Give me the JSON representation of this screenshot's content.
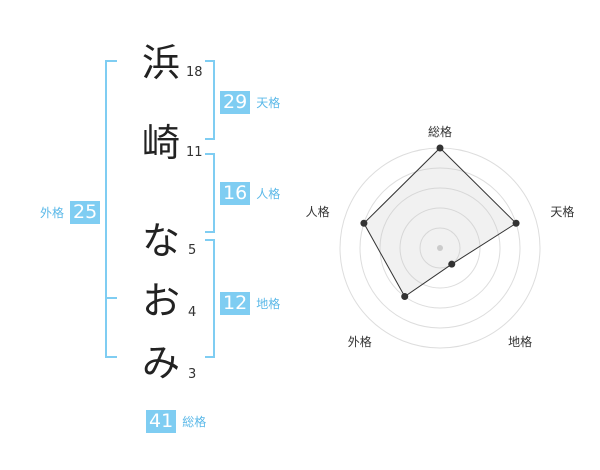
{
  "name_chars": [
    {
      "char": "浜",
      "strokes": "18"
    },
    {
      "char": "崎",
      "strokes": "11"
    },
    {
      "char": "な",
      "strokes": "5"
    },
    {
      "char": "お",
      "strokes": "4"
    },
    {
      "char": "み",
      "strokes": "3"
    }
  ],
  "kakusu": {
    "tenkaku": {
      "value": "29",
      "label": "天格"
    },
    "jinkaku": {
      "value": "16",
      "label": "人格"
    },
    "chikaku": {
      "value": "12",
      "label": "地格"
    },
    "gaikaku": {
      "value": "25",
      "label": "外格"
    },
    "soukaku": {
      "value": "41",
      "label": "総格"
    }
  },
  "colors": {
    "accent": "#7fcdf2",
    "label": "#5ab8e8",
    "bracket": "#7fcdf2"
  },
  "chart_data": {
    "type": "radar",
    "axes": [
      "総格",
      "天格",
      "地格",
      "外格",
      "人格"
    ],
    "values": [
      5,
      4,
      1,
      3,
      4
    ],
    "max": 5,
    "rings": 5
  }
}
